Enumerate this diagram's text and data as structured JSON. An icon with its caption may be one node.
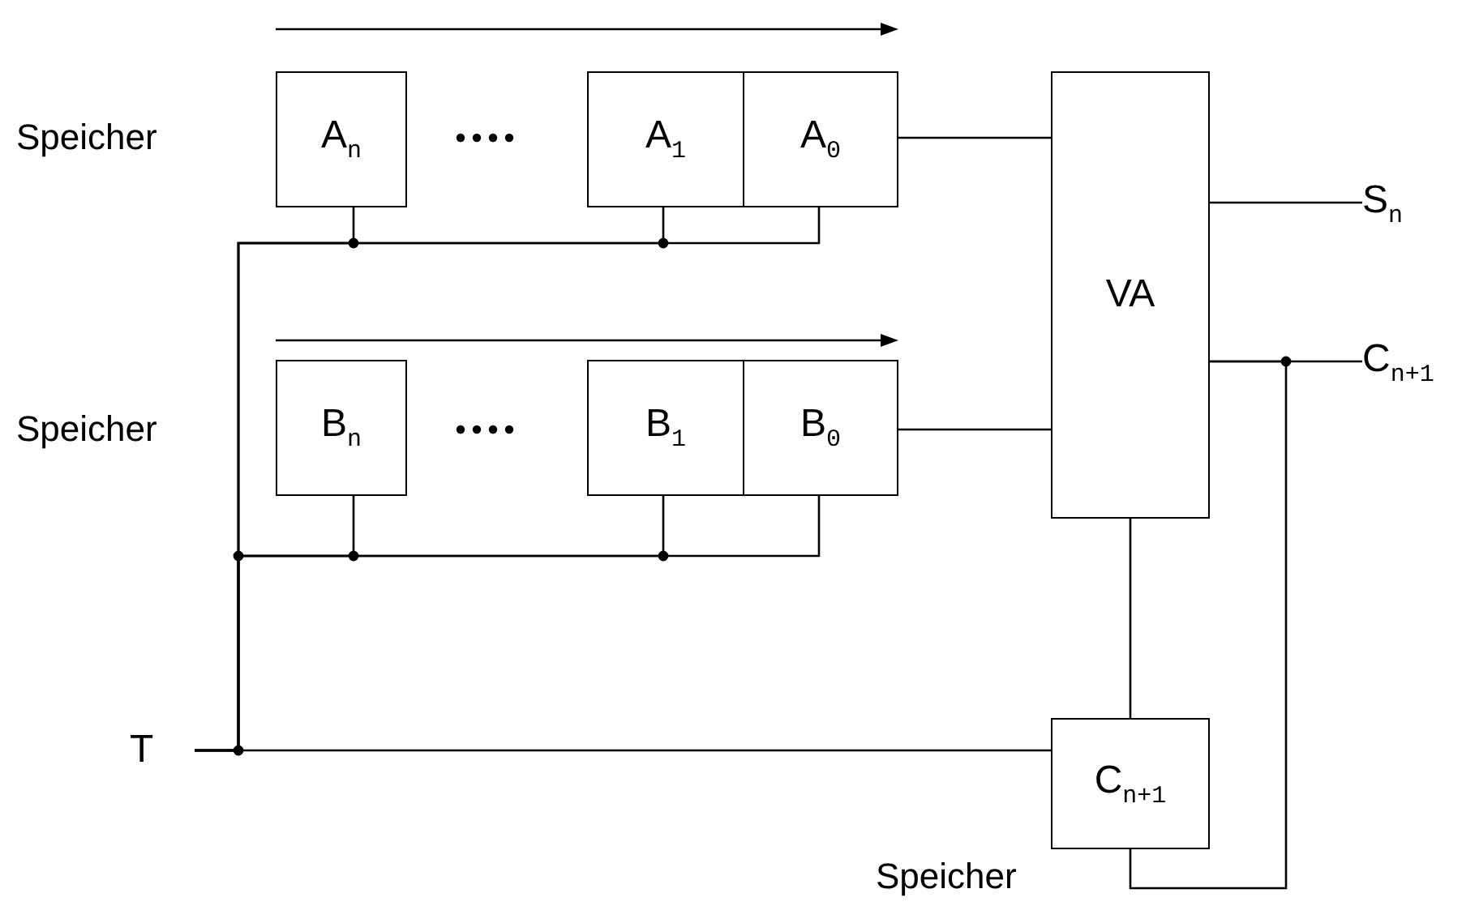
{
  "diagram": {
    "nodes": [
      {
        "text": [
          "A$_{n}$"
        ]
      },
      {
        "text": [
          "A$_{1}$"
        ]
      },
      {
        "text": [
          "A$_{0}$"
        ]
      },
      {
        "text": [
          "VA"
        ]
      },
      {
        "text": [
          "S$_{n}$"
        ]
      },
      {
        "text": [
          "B$_{n}$"
        ]
      },
      {
        "text": [
          "B$_{1}$"
        ]
      },
      {
        "text": [
          "B$_{0}$"
        ]
      },
      {
        "text": [
          "C$_{n+1}$"
        ]
      },
      {
        "text": [
          "T"
        ]
      },
      {
        "text": [
          "C$_{n+1}$"
        ]
      }
    ],
    "edges": [
      {
        "from": 2,
        "to": 3,
        "arrow": "none"
      },
      {
        "from": 3,
        "to": 4,
        "arrow": "none"
      },
      {
        "from": 7,
        "to": 3,
        "arrow": "none"
      },
      {
        "from": 3,
        "to": 8,
        "arrow": "none"
      },
      {
        "from": 9,
        "to": 0,
        "arrow": "none"
      },
      {
        "from": 9,
        "to": 1,
        "arrow": "none"
      },
      {
        "from": 9,
        "to": 2,
        "arrow": "none"
      },
      {
        "from": 9,
        "to": 5,
        "arrow": "none"
      },
      {
        "from": 9,
        "to": 6,
        "arrow": "none"
      },
      {
        "from": 9,
        "to": 7,
        "arrow": "none"
      },
      {
        "from": 9,
        "to": 10,
        "arrow": "none"
      },
      {
        "from": 10,
        "to": 3,
        "arrow": "none"
      },
      {
        "from": 3,
        "to": 10,
        "arrow": "none"
      }
    ],
    "labels": [
      "Speicher",
      "Speicher",
      "Speicher"
    ]
  }
}
